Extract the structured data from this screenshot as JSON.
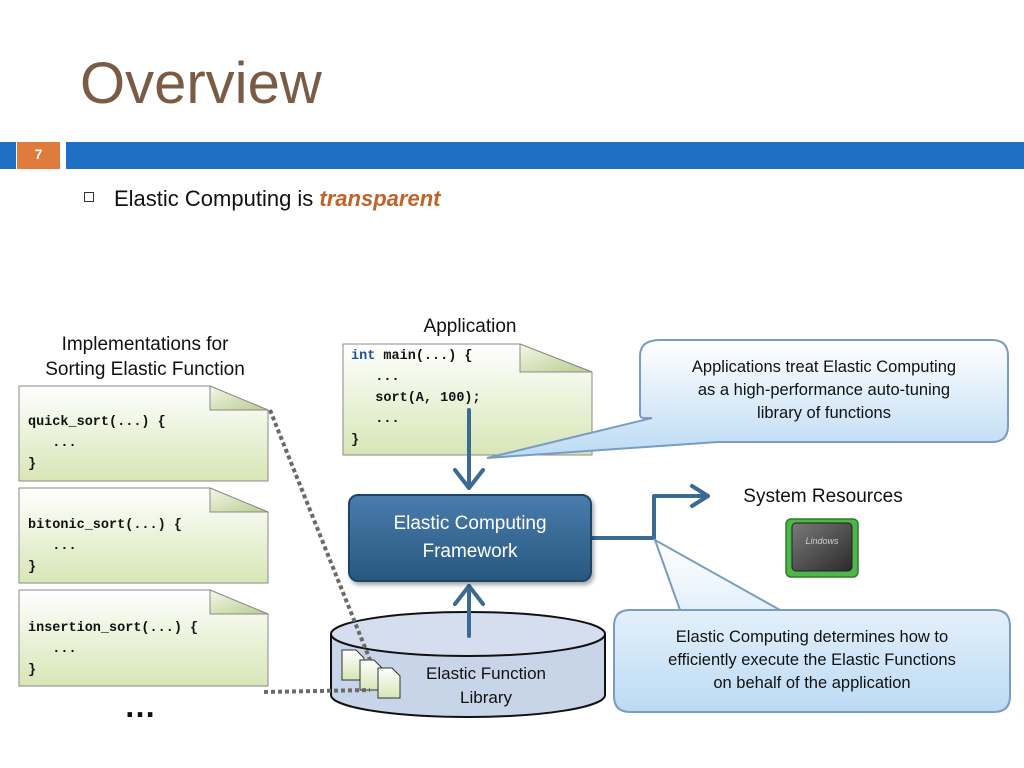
{
  "slide": {
    "title": "Overview",
    "number": "7",
    "bullet": {
      "text": "Elastic Computing is ",
      "emphasis": "transparent"
    }
  },
  "diagram": {
    "implementations_label": "Implementations for\nSorting Elastic Function",
    "implementations": [
      {
        "lines": [
          "quick_sort(...) {",
          "   ...",
          "}"
        ]
      },
      {
        "lines": [
          "bitonic_sort(...) {",
          "   ...",
          "}"
        ]
      },
      {
        "lines": [
          "insertion_sort(...) {",
          "   ...",
          "}"
        ]
      }
    ],
    "more": "…",
    "application_label": "Application",
    "application_code": {
      "keyword": "int",
      "first_line_rest": " main(...) {",
      "lines": [
        "   ...",
        "   sort(A, 100);",
        "   ...",
        "}"
      ]
    },
    "framework_label": "Elastic Computing\nFramework",
    "library_label": "Elastic Function\nLibrary",
    "system_resources_label": "System Resources",
    "chip_text": "Lindows",
    "callout_top": "Applications treat Elastic Computing\nas a high-performance auto-tuning\nlibrary of functions",
    "callout_bottom": "Elastic Computing determines how to\nefficiently execute the Elastic Functions\non behalf of the application"
  },
  "colors": {
    "title": "#7a5c46",
    "accent_orange": "#e07b3e",
    "accent_blue": "#1f6fc3",
    "emphasis": "#c0632a",
    "arrow": "#3b6a92",
    "framework_fill": "#3a6c9a"
  }
}
